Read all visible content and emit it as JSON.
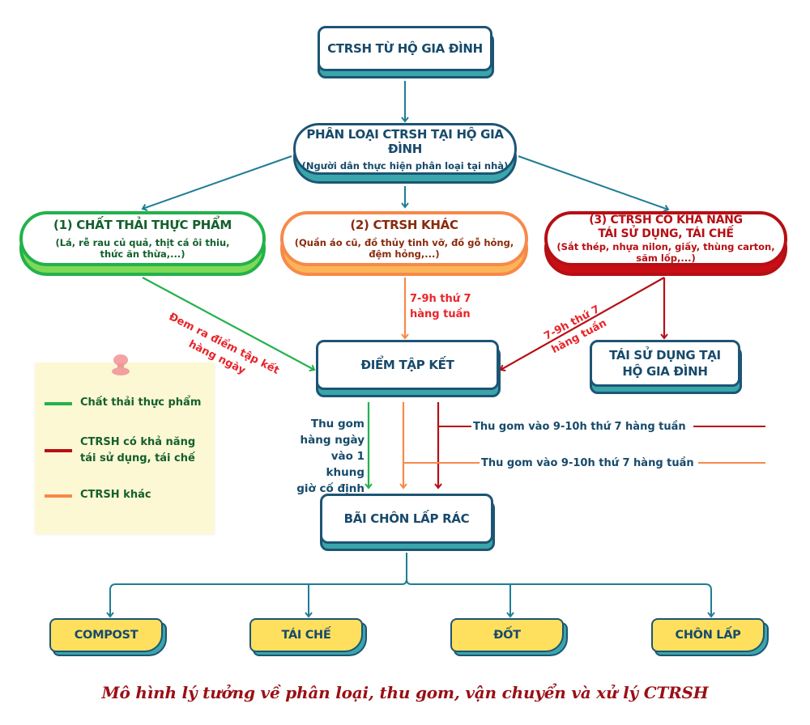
{
  "colors": {
    "navy": "#174a6b",
    "teal": "#3aa6ab",
    "green_flow": "#22b24c",
    "orange_flow": "#f7894a",
    "red_flow": "#b60f14",
    "label_red": "#e8252a",
    "yellow_box": "#ffe05e",
    "note_bg": "#fcf8d3",
    "caption": "#9a0f15"
  },
  "nodes": {
    "source": {
      "title": "CTRSH TỪ HỘ GIA ĐÌNH"
    },
    "sorting": {
      "title": "PHÂN LOẠI CTRSH TẠI HỘ GIA ĐÌNH",
      "subtitle": "(Người dân thực hiện phân loại tại nhà)"
    },
    "food_waste": {
      "title": "(1) CHẤT THẢI THỰC PHẨM",
      "subtitle_line1": "(Lá, rễ rau củ quả, thịt cá ôi thiu,",
      "subtitle_line2": "thức ăn thừa,...)"
    },
    "other_waste": {
      "title": "(2) CTRSH KHÁC",
      "subtitle_line1": "(Quần áo cũ, đồ thủy tinh vỡ, đồ gỗ hỏng,",
      "subtitle_line2": "đệm hỏng,...)"
    },
    "recyclable": {
      "title_line1": "(3) CTRSH CÓ KHẢ NĂNG",
      "title_line2": "TÁI SỬ DỤNG, TÁI CHẾ",
      "subtitle_line1": "(Sắt thép, nhựa nilon, giấy, thùng carton,",
      "subtitle_line2": "săm lốp,...)"
    },
    "collection_point": {
      "title": "ĐIỂM TẬP KẾT"
    },
    "reuse_home": {
      "title_line1": "TÁI SỬ DỤNG TẠI",
      "title_line2": "HỘ GIA ĐÌNH"
    },
    "landfill_site": {
      "title": "BÃI CHÔN LẤP RÁC"
    },
    "outputs": [
      {
        "title": "COMPOST"
      },
      {
        "title": "TÁI CHẾ"
      },
      {
        "title": "ĐỐT"
      },
      {
        "title": "CHÔN LẤP"
      }
    ]
  },
  "edge_labels": {
    "food_to_point_line1": "Đem ra điểm tập kết",
    "food_to_point_line2": "hàng ngày",
    "other_to_point_line1": "7-9h thứ 7",
    "other_to_point_line2": "hàng tuần",
    "recycle_to_point_line1": "7-9h thứ 7",
    "recycle_to_point_line2": "hàng tuần",
    "daily_collection": [
      "Thu gom",
      "hàng ngày",
      "vào 1 khung",
      "giờ cố định"
    ],
    "recycle_collection": "Thu gom vào 9-10h thứ 7 hàng tuần",
    "other_collection": "Thu gom vào 9-10h thứ 7 hàng tuần"
  },
  "legend": {
    "items": [
      {
        "label": "Chất thải thực phẩm",
        "color": "#22b24c"
      },
      {
        "label_line1": "CTRSH có khả năng",
        "label_line2": "tái sử dụng, tái chế",
        "color": "#b60f14"
      },
      {
        "label": "CTRSH khác",
        "color": "#f7894a"
      }
    ]
  },
  "caption": "Mô hình lý tưởng về phân loại, thu gom, vận chuyển và xử lý CTRSH"
}
